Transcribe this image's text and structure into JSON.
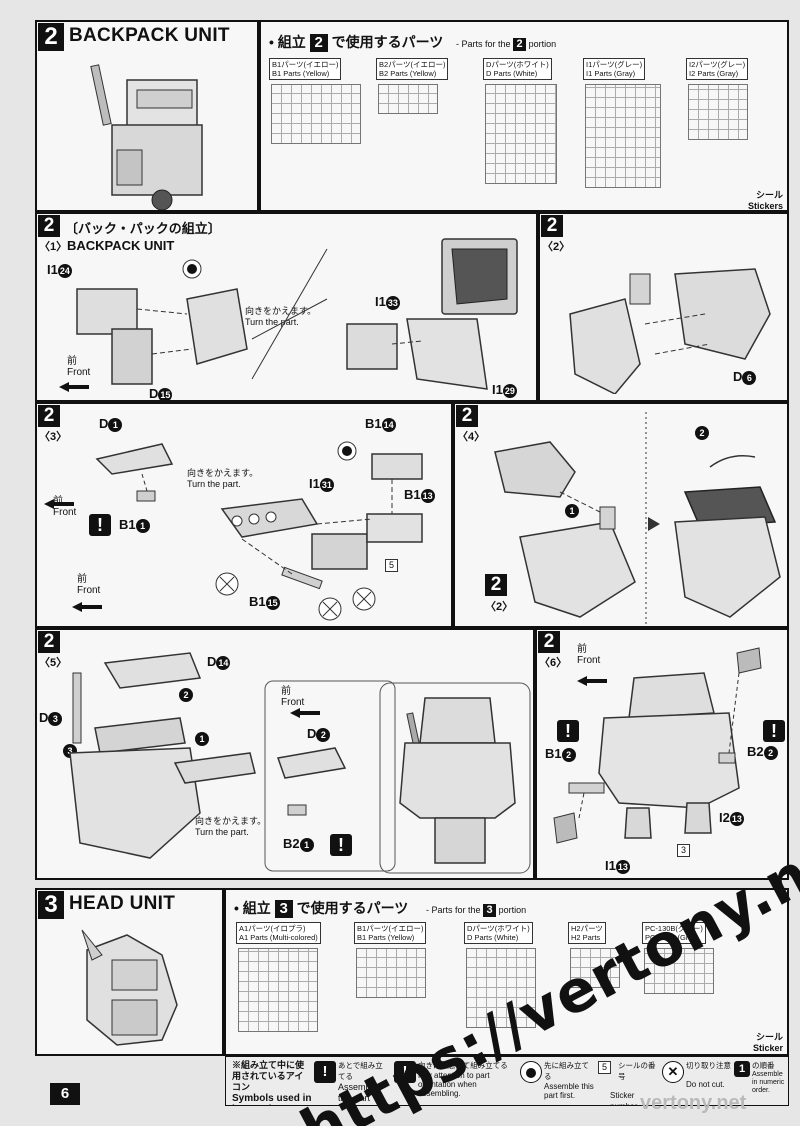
{
  "sections": {
    "backpack": {
      "step": "2",
      "title": "BACKPACK UNIT",
      "parts_heading_prefix": "組立",
      "parts_heading_suffix": "で使用するパーツ",
      "parts_for": "Parts for the",
      "parts_portion": "portion",
      "runners": [
        {
          "jp": "B1パーツ(イエロー)",
          "en": "B1 Parts (Yellow)"
        },
        {
          "jp": "B2パーツ(イエロー)",
          "en": "B2 Parts (Yellow)"
        },
        {
          "jp": "Dパーツ(ホワイト)",
          "en": "D Parts (White)"
        },
        {
          "jp": "I1パーツ(グレー)",
          "en": "I1 Parts (Gray)"
        },
        {
          "jp": "I2パーツ(グレー)",
          "en": "I2 Parts (Gray)"
        }
      ],
      "stickers_jp": "シール",
      "stickers_en": "Stickers"
    },
    "head": {
      "step": "3",
      "title": "HEAD UNIT",
      "parts_heading_prefix": "組立",
      "parts_heading_suffix": "で使用するパーツ",
      "parts_for": "Parts for the",
      "parts_portion": "portion",
      "runners": [
        {
          "jp": "A1パーツ(イロプラ)",
          "en": "A1 Parts (Multi-colored)"
        },
        {
          "jp": "B1パーツ(イエロー)",
          "en": "B1 Parts (Yellow)"
        },
        {
          "jp": "Dパーツ(ホワイト)",
          "en": "D Parts (White)"
        },
        {
          "jp": "H2パーツ",
          "en": "H2 Parts"
        },
        {
          "jp": "PC-130B(グレー)",
          "en": "PC-130B (Gray)"
        }
      ],
      "sticker_jp": "シール",
      "sticker_en": "Sticker"
    }
  },
  "steps": {
    "s1": {
      "num": "2",
      "sub": "〈1〉",
      "jp_title": "〔バック・パックの組立〕",
      "en_title": "BACKPACK UNIT",
      "labels": {
        "i1_24": "I1",
        "i1_24_n": "24",
        "d15": "D",
        "d15_n": "15",
        "i1_33": "I1",
        "i1_33_n": "33",
        "i1_29": "I1",
        "i1_29_n": "29"
      },
      "turn_jp": "向きをかえます。",
      "turn_en": "Turn the part.",
      "front_jp": "前",
      "front_en": "Front"
    },
    "s2": {
      "num": "2",
      "sub": "〈2〉",
      "d6": "D",
      "d6_n": "6"
    },
    "s3": {
      "num": "2",
      "sub": "〈3〉",
      "d1": "D",
      "d1_n": "1",
      "b1_1": "B1",
      "b1_1_n": "1",
      "b1_14": "B1",
      "b1_14_n": "14",
      "i1_31": "I1",
      "i1_31_n": "31",
      "b1_13": "B1",
      "b1_13_n": "13",
      "b1_15": "B1",
      "b1_15_n": "15",
      "sticker_num": "5",
      "turn_jp": "向きをかえます。",
      "turn_en": "Turn the part.",
      "front_jp": "前",
      "front_en": "Front",
      "front2_jp": "前",
      "front2_en": "Front"
    },
    "s4": {
      "num": "2",
      "sub": "〈4〉",
      "ref_num": "2",
      "ref_sub": "〈2〉",
      "c1": "1",
      "c2": "2"
    },
    "s5": {
      "num": "2",
      "sub": "〈5〉",
      "d14": "D",
      "d14_n": "14",
      "d3": "D",
      "d3_n": "3",
      "d2": "D",
      "d2_n": "2",
      "b2_1": "B2",
      "b2_1_n": "1",
      "c1": "1",
      "c2": "2",
      "c3": "3",
      "front_jp": "前",
      "front_en": "Front",
      "turn_jp": "向きをかえます。",
      "turn_en": "Turn the part."
    },
    "s6": {
      "num": "2",
      "sub": "〈6〉",
      "b1_2": "B1",
      "b1_2_n": "2",
      "b2_2": "B2",
      "b2_2_n": "2",
      "i2_13": "I2",
      "i2_13_n": "13",
      "i1_13": "I1",
      "i1_13_n": "13",
      "sticker_num": "3",
      "front_jp": "前",
      "front_en": "Front"
    }
  },
  "legend": {
    "intro_jp": "※組み立て中に使用されているアイコン",
    "intro_en": "Symbols used in instructions",
    "items": [
      {
        "jp": "あとで組み立てる",
        "en": "Assemble this part later."
      },
      {
        "jp": "向きに注意して組み立てる",
        "en": "Pay attention to part orientation when assembling."
      },
      {
        "jp": "先に組み立てる",
        "en": "Assemble this part first."
      },
      {
        "jp": "シールの番号",
        "en": "Sticker number",
        "num": "5"
      },
      {
        "jp": "切り取り注意",
        "en": "Do not cut."
      },
      {
        "jp": "の順番",
        "en": "Assemble in numeric order."
      }
    ]
  },
  "page_number": "6",
  "watermark": "https://vertony.net/",
  "watermark_small": "vertony.net"
}
